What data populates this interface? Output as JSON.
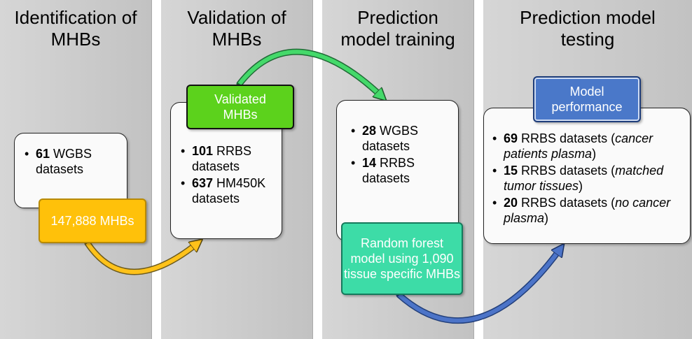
{
  "panels": [
    {
      "title": "Identification of\nMHBs"
    },
    {
      "title": "Validation of\nMHBs"
    },
    {
      "title": "Prediction\nmodel training"
    },
    {
      "title": "Prediction model\ntesting"
    }
  ],
  "identification": {
    "items": [
      {
        "bold": "61",
        "text": " WGBS datasets"
      }
    ],
    "tag": "147,888 MHBs"
  },
  "validation": {
    "tag": "Validated\nMHBs",
    "items": [
      {
        "bold": "101",
        "text": " RRBS datasets"
      },
      {
        "bold": "637",
        "text": " HM450K datasets"
      }
    ]
  },
  "training": {
    "items": [
      {
        "bold": "28",
        "text": " WGBS datasets"
      },
      {
        "bold": "14",
        "text": " RRBS datasets"
      }
    ],
    "tag": "Random forest model using 1,090 tissue specific MHBs"
  },
  "testing": {
    "tag": "Model\nperformance",
    "items": [
      {
        "bold": "69",
        "text": " RRBS datasets (",
        "italic": "cancer patients plasma",
        "end": ")"
      },
      {
        "bold": "15",
        "text": " RRBS datasets (",
        "italic": "matched tumor tissues",
        "end": ")"
      },
      {
        "bold": "20",
        "text": " RRBS datasets (",
        "italic": "no cancer plasma",
        "end": ")"
      }
    ]
  },
  "colors": {
    "arrow_yellow": "#ffc21a",
    "arrow_green": "#44d96a",
    "arrow_blue": "#4c74c8"
  }
}
